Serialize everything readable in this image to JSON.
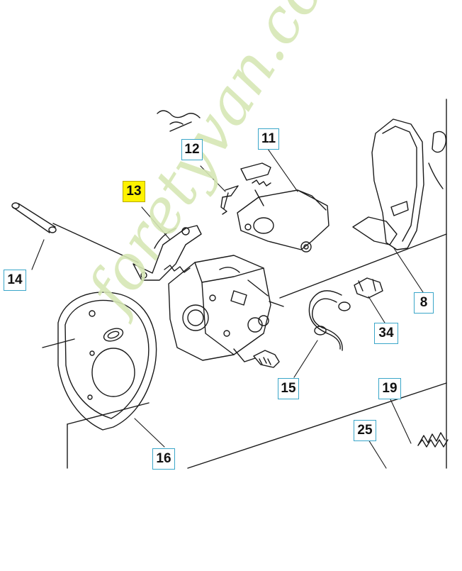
{
  "watermark": {
    "text": "foretyvan.com",
    "color_green": "#d6e7b5",
    "color_gray": "#d9d4c9"
  },
  "colors": {
    "line": "#1a1a1a",
    "callout_border": "#3aa6c9",
    "highlight": "#fff200"
  },
  "callouts": [
    {
      "id": "8",
      "label": "8",
      "highlighted": false
    },
    {
      "id": "11",
      "label": "11",
      "highlighted": false
    },
    {
      "id": "12",
      "label": "12",
      "highlighted": false
    },
    {
      "id": "13",
      "label": "13",
      "highlighted": true
    },
    {
      "id": "14",
      "label": "14",
      "highlighted": false
    },
    {
      "id": "15",
      "label": "15",
      "highlighted": false
    },
    {
      "id": "16",
      "label": "16",
      "highlighted": false
    },
    {
      "id": "19",
      "label": "19",
      "highlighted": false
    },
    {
      "id": "25",
      "label": "25",
      "highlighted": false
    },
    {
      "id": "34",
      "label": "34",
      "highlighted": false
    }
  ]
}
